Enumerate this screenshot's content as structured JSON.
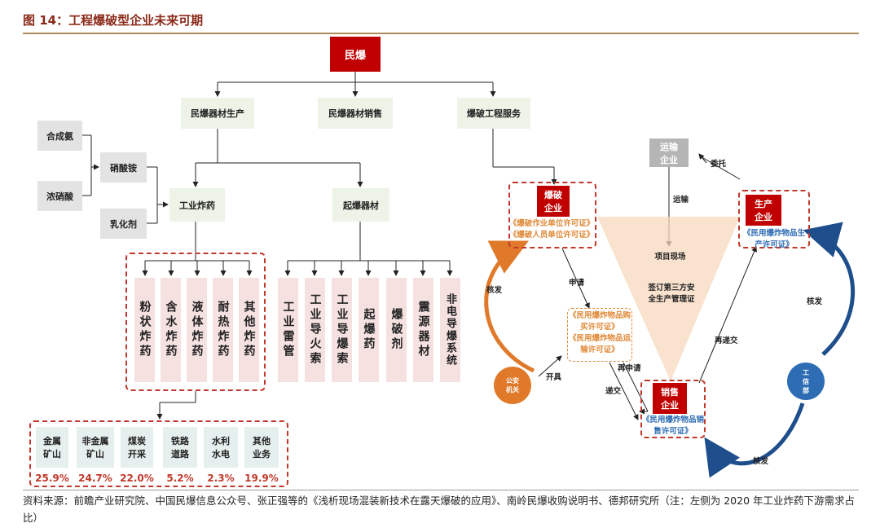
{
  "title": "图 14：工程爆破型企业未来可期",
  "root": "民爆",
  "level1": [
    "民爆器材生产",
    "民爆器材销售",
    "爆破工程服务"
  ],
  "raw_materials": [
    "合成氨",
    "浓硝酸",
    "硝酸铵",
    "乳化剂"
  ],
  "explosive": "工业炸药",
  "initiator": "起爆器材",
  "explosive_types": [
    "粉状炸药",
    "含水炸药",
    "液体炸药",
    "耐热炸药",
    "其他炸药"
  ],
  "initiator_types": [
    "工业雷管",
    "工业导火索",
    "工业导爆索",
    "起爆药",
    "爆破剂",
    "震源器材",
    "非电导爆系统"
  ],
  "downstream": [
    {
      "label": "金属矿山",
      "pct": "25.9%"
    },
    {
      "label": "非金属矿山",
      "pct": "24.7%"
    },
    {
      "label": "煤炭开采",
      "pct": "22.0%"
    },
    {
      "label": "铁路道路",
      "pct": "5.2%"
    },
    {
      "label": "水利水电",
      "pct": "2.3%"
    },
    {
      "label": "其他业务",
      "pct": "19.9%"
    }
  ],
  "flow": {
    "blasting_company": "爆破企业",
    "blasting_licenses": "《爆破作业单位许可证》\n《爆破人员单位许可证》",
    "transport_company": "运输企业",
    "production_company": "生产企业",
    "production_license": "《民用爆炸物品生产许可证》",
    "sales_company": "销售企业",
    "sales_license": "《民用爆炸物品销售许可证》",
    "middle_licenses": "《民用爆炸物品购买许可证》\n《民用爆炸物品运输许可证》",
    "site": "项目现场",
    "agreement": "签订第三方安全生产管理证",
    "police": "公安机关",
    "industry": "工信部",
    "edge_labels": {
      "entrust": "委托",
      "transport": "运输",
      "apply": "申请",
      "issue_left": "核发",
      "issue_right": "核发",
      "issue_bottom": "核发",
      "open": "开具",
      "reapply": "再申请",
      "deliver": "递交",
      "redeliver": "再递交"
    }
  },
  "source": "资料来源：前瞻产业研究院、中国民爆信息公众号、张正强等的《浅析现场混装新技术在露天爆破的应用》、南岭民爆收购说明书、德邦研究所（注：左侧为 2020 年工业炸药下游需求占比）",
  "colors": {
    "accent": "#c00000",
    "title": "#8b2a1a",
    "blue": "#2e6db4",
    "orange": "#e08a3a",
    "triangle": "#f7d9bf"
  }
}
